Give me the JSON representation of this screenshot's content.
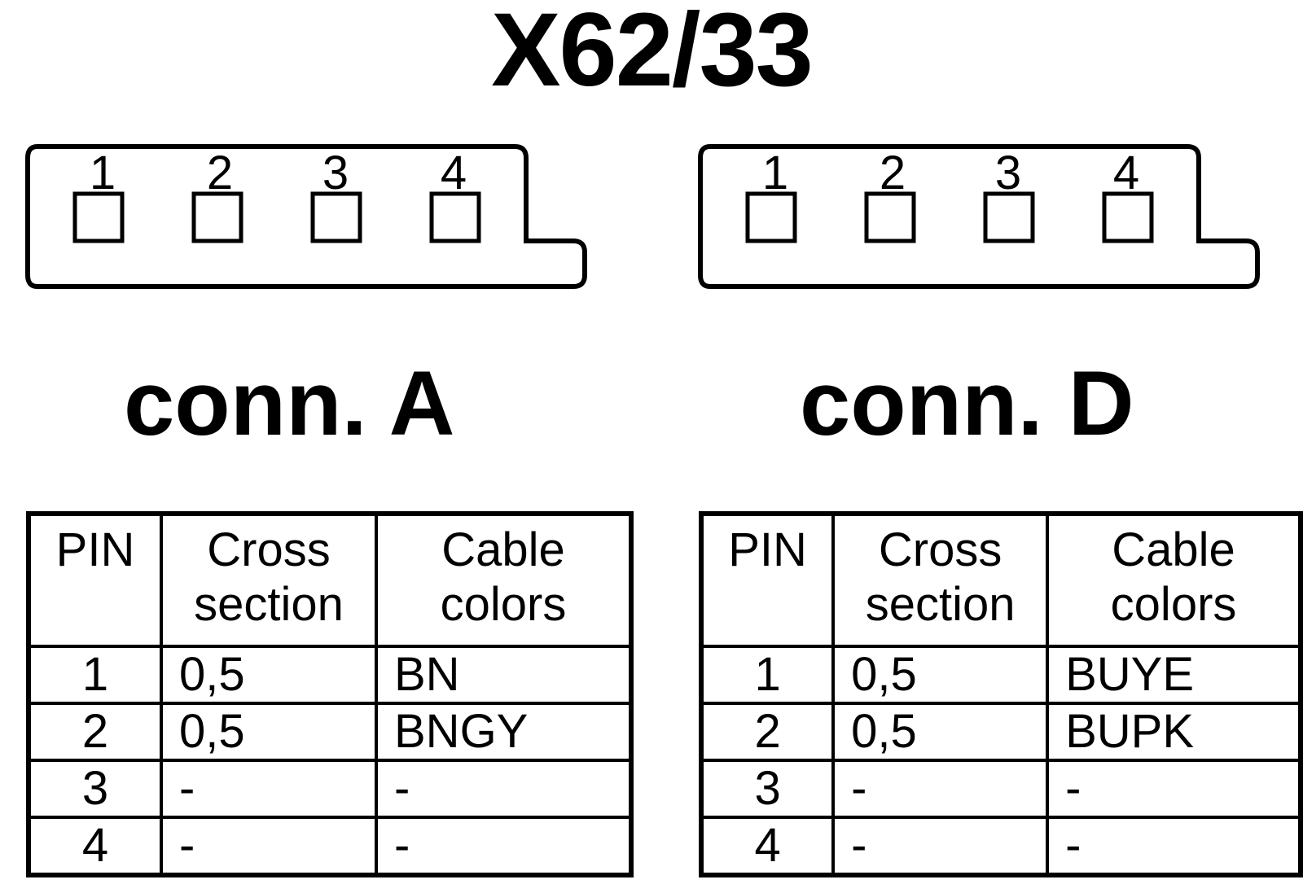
{
  "title": "X62/33",
  "connectors": [
    {
      "label": "conn. A",
      "pins": [
        "1",
        "2",
        "3",
        "4"
      ],
      "table": {
        "headers": {
          "pin": "PIN",
          "cross_section": "Cross section",
          "cable_colors": "Cable colors"
        },
        "rows": [
          {
            "pin": "1",
            "cross_section": "0,5",
            "color": "BN"
          },
          {
            "pin": "2",
            "cross_section": "0,5",
            "color": "BNGY"
          },
          {
            "pin": "3",
            "cross_section": "-",
            "color": "-"
          },
          {
            "pin": "4",
            "cross_section": "-",
            "color": "-"
          }
        ]
      }
    },
    {
      "label": "conn. D",
      "pins": [
        "1",
        "2",
        "3",
        "4"
      ],
      "table": {
        "headers": {
          "pin": "PIN",
          "cross_section": "Cross section",
          "cable_colors": "Cable colors"
        },
        "rows": [
          {
            "pin": "1",
            "cross_section": "0,5",
            "color": "BUYE"
          },
          {
            "pin": "2",
            "cross_section": "0,5",
            "color": "BUPK"
          },
          {
            "pin": "3",
            "cross_section": "-",
            "color": "-"
          },
          {
            "pin": "4",
            "cross_section": "-",
            "color": "-"
          }
        ]
      }
    }
  ]
}
